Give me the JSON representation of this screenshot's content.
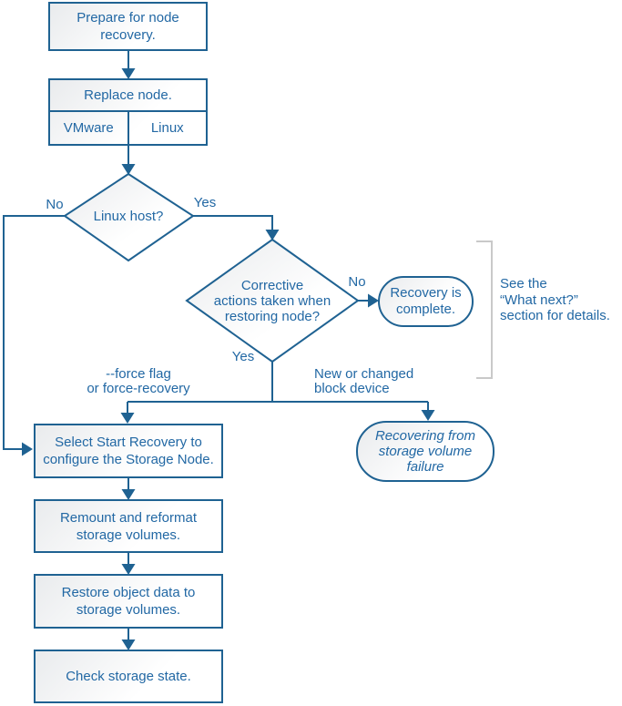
{
  "colors": {
    "stroke": "#1f6292",
    "text": "#2268a4",
    "bracket": "#c9c9c9",
    "fill": "#e9ebed"
  },
  "nodes": {
    "prepare": "Prepare for node\nrecovery.",
    "replace": "Replace node.",
    "vmware": "VMware",
    "linux": "Linux",
    "linux_host": "Linux host?",
    "corrective": "Corrective\nactions taken when\nrestoring node?",
    "recovery_complete": "Recovery is\ncomplete.",
    "select_recovery": "Select Start Recovery to\nconfigure the Storage Node.",
    "remount": "Remount and reformat\nstorage volumes.",
    "restore": "Restore object data to\nstorage volumes.",
    "check_state": "Check storage state.",
    "recovering_volume": "Recovering from\nstorage volume\nfailure"
  },
  "labels": {
    "no_linux": "No",
    "yes_linux": "Yes",
    "no_corrective": "No",
    "yes_corrective": "Yes",
    "force_flag": "--force flag\nor force-recovery",
    "block_device": "New or changed\nblock device",
    "see_note": "See the\n“What next?”\nsection for details."
  }
}
